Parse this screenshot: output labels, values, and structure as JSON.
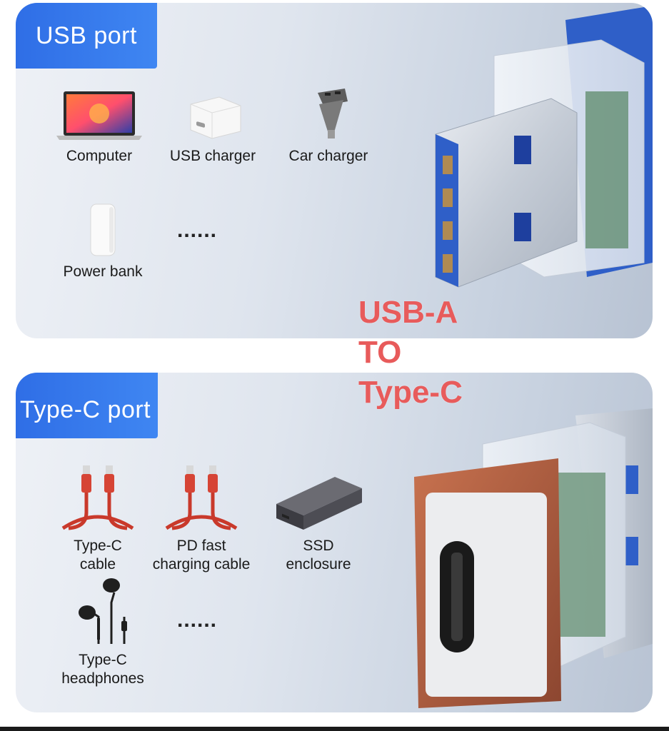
{
  "usb_panel": {
    "title": "USB port",
    "devices": [
      {
        "label": "Computer",
        "icon": "laptop-icon"
      },
      {
        "label": "USB charger",
        "icon": "wall-charger-icon"
      },
      {
        "label": "Car charger",
        "icon": "car-charger-icon"
      },
      {
        "label": "Power bank",
        "icon": "power-bank-icon"
      }
    ],
    "ellipsis": "......"
  },
  "typec_panel": {
    "title": "Type-C port",
    "devices": [
      {
        "label": "Type-C\ncable",
        "icon": "typec-cable-icon"
      },
      {
        "label": "PD fast\ncharging cable",
        "icon": "pd-cable-icon"
      },
      {
        "label": "SSD\nenclosure",
        "icon": "ssd-enclosure-icon"
      },
      {
        "label": "Type-C\nheadphones",
        "icon": "headphones-icon"
      }
    ],
    "ellipsis": "......"
  },
  "overlay": {
    "line1": "USB-A",
    "line2": "TO",
    "line3": "Type-C",
    "color": "#e85b5b"
  },
  "colors": {
    "title_blue": "#3a7df0",
    "adapter_copper": "#a8553a",
    "adapter_blue": "#2f5fc8"
  }
}
